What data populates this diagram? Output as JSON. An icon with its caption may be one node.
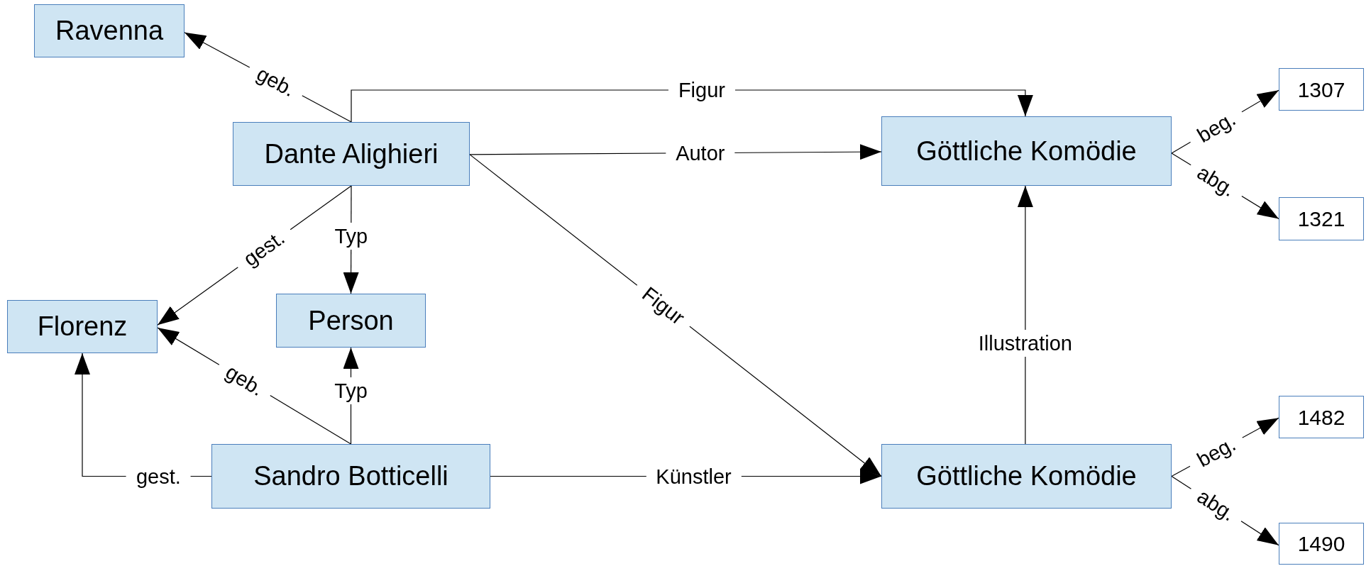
{
  "diagram": {
    "nodes": [
      {
        "text": [
          "Ravenna"
        ]
      },
      {
        "text": [
          "Dante Alighieri"
        ]
      },
      {
        "text": [
          "Göttliche Komödie"
        ]
      },
      {
        "text": [
          "1307"
        ]
      },
      {
        "text": [
          "1321"
        ]
      },
      {
        "text": [
          "Florenz"
        ]
      },
      {
        "text": [
          "Person"
        ]
      },
      {
        "text": [
          "Sandro Botticelli"
        ]
      },
      {
        "text": [
          "Göttliche Komödie"
        ]
      },
      {
        "text": [
          "1482"
        ]
      },
      {
        "text": [
          "1490"
        ]
      }
    ],
    "edges": [
      {
        "from": 1,
        "to": 0,
        "arrow": "to",
        "label": "geb."
      },
      {
        "from": 1,
        "to": 2,
        "arrow": "to",
        "label": "Figur"
      },
      {
        "from": 1,
        "to": 2,
        "arrow": "to",
        "label": "Autor"
      },
      {
        "from": 1,
        "to": 6,
        "arrow": "to",
        "label": "Typ"
      },
      {
        "from": 1,
        "to": 5,
        "arrow": "to",
        "label": "gest."
      },
      {
        "from": 1,
        "to": 8,
        "arrow": "to",
        "label": "Figur"
      },
      {
        "from": 2,
        "to": 3,
        "arrow": "to",
        "label": "beg."
      },
      {
        "from": 2,
        "to": 4,
        "arrow": "to",
        "label": "abg."
      },
      {
        "from": 7,
        "to": 5,
        "arrow": "to",
        "label": "geb."
      },
      {
        "from": 7,
        "to": 6,
        "arrow": "to",
        "label": "Typ"
      },
      {
        "from": 7,
        "to": 5,
        "arrow": "to",
        "label": "gest."
      },
      {
        "from": 7,
        "to": 8,
        "arrow": "to",
        "label": "Künstler"
      },
      {
        "from": 8,
        "to": 2,
        "arrow": "to",
        "label": "Illustration"
      },
      {
        "from": 8,
        "to": 9,
        "arrow": "to",
        "label": "beg."
      },
      {
        "from": 8,
        "to": 10,
        "arrow": "to",
        "label": "abg."
      }
    ]
  }
}
